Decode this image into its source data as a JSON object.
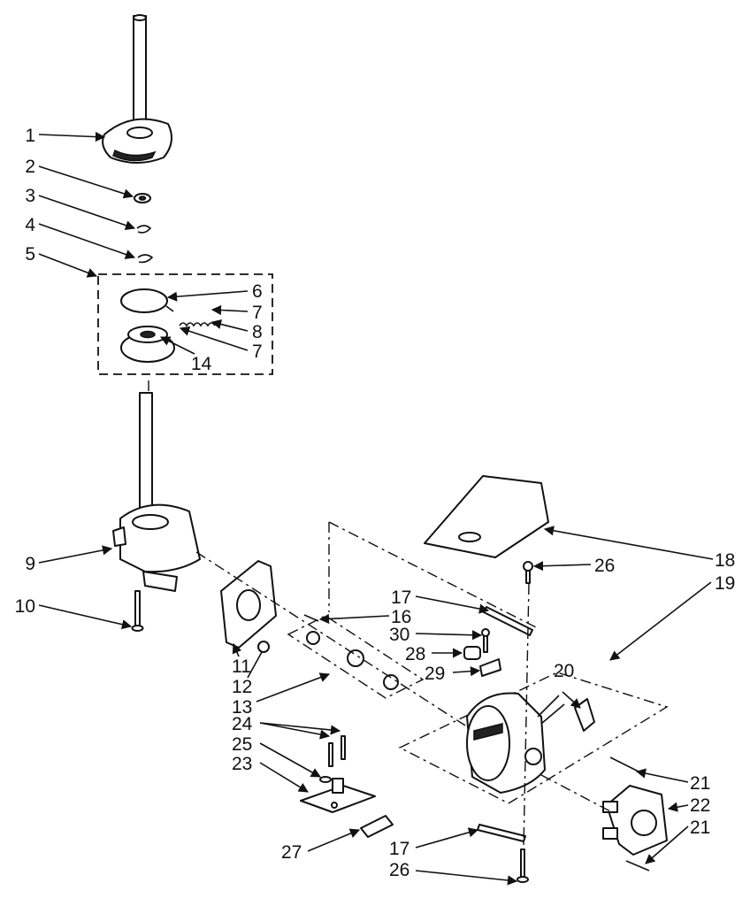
{
  "diagram": {
    "callouts": {
      "c1": "1",
      "c2": "2",
      "c3": "3",
      "c4": "4",
      "c5": "5",
      "c6": "6",
      "c7a": "7",
      "c8": "8",
      "c7b": "7",
      "c14": "14",
      "c9": "9",
      "c10": "10",
      "c11": "11",
      "c12": "12",
      "c13": "13",
      "c16": "16",
      "c17a": "17",
      "c30": "30",
      "c28": "28",
      "c29": "29",
      "c26a": "26",
      "c18": "18",
      "c19": "19",
      "c20": "20",
      "c24": "24",
      "c25": "25",
      "c23": "23",
      "c27": "27",
      "c21a": "21",
      "c22": "22",
      "c21b": "21",
      "c17b": "17",
      "c26b": "26"
    }
  }
}
